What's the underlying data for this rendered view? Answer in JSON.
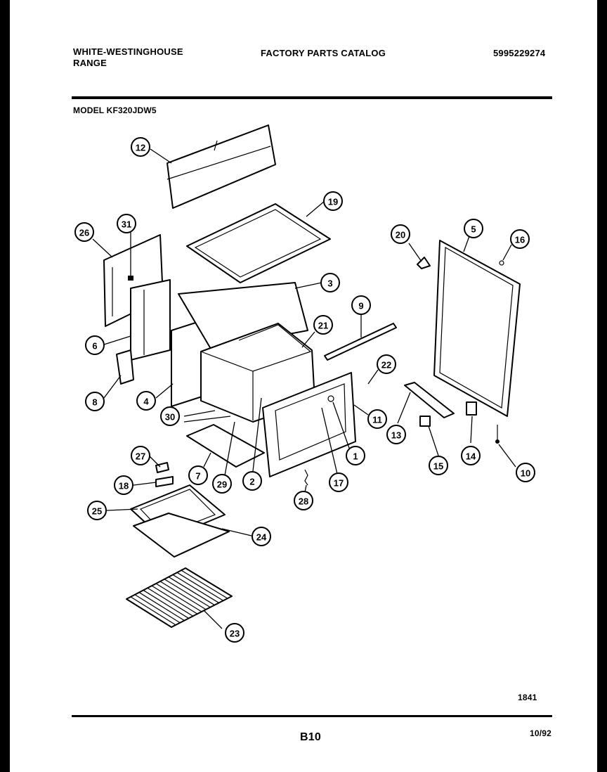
{
  "header": {
    "brand_line1": "WHITE-WESTINGHOUSE",
    "brand_line2": "RANGE",
    "catalog_title": "FACTORY PARTS CATALOG",
    "catalog_number": "5995229274",
    "model": "MODEL KF320JDW5"
  },
  "footer": {
    "drawing_number": "1841",
    "page": "B10",
    "date": "10/92"
  },
  "callouts": [
    "12",
    "19",
    "26",
    "31",
    "3",
    "9",
    "21",
    "6",
    "8",
    "4",
    "30",
    "22",
    "11",
    "7",
    "29",
    "2",
    "17",
    "1",
    "13",
    "15",
    "14",
    "10",
    "20",
    "5",
    "16",
    "27",
    "18",
    "28",
    "25",
    "24",
    "23"
  ]
}
